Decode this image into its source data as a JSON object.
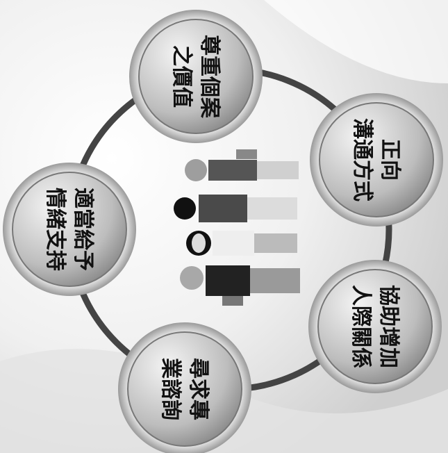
{
  "nodes": [
    {
      "line1": "尊重個案",
      "line2": "之價值"
    },
    {
      "line1": "正向",
      "line2": "溝通方式"
    },
    {
      "line1": "協助增加",
      "line2": "人際關係"
    },
    {
      "line1": "尋求專",
      "line2": "業諮詢"
    },
    {
      "line1": "適當給予",
      "line2": "情緒支持"
    }
  ],
  "colors": {
    "ring": "#4a4a4a",
    "node_fill": "#cfcfcf",
    "node_border": "#7a7a7a",
    "node_inner": "#e9e9e9",
    "text": "#111111"
  }
}
